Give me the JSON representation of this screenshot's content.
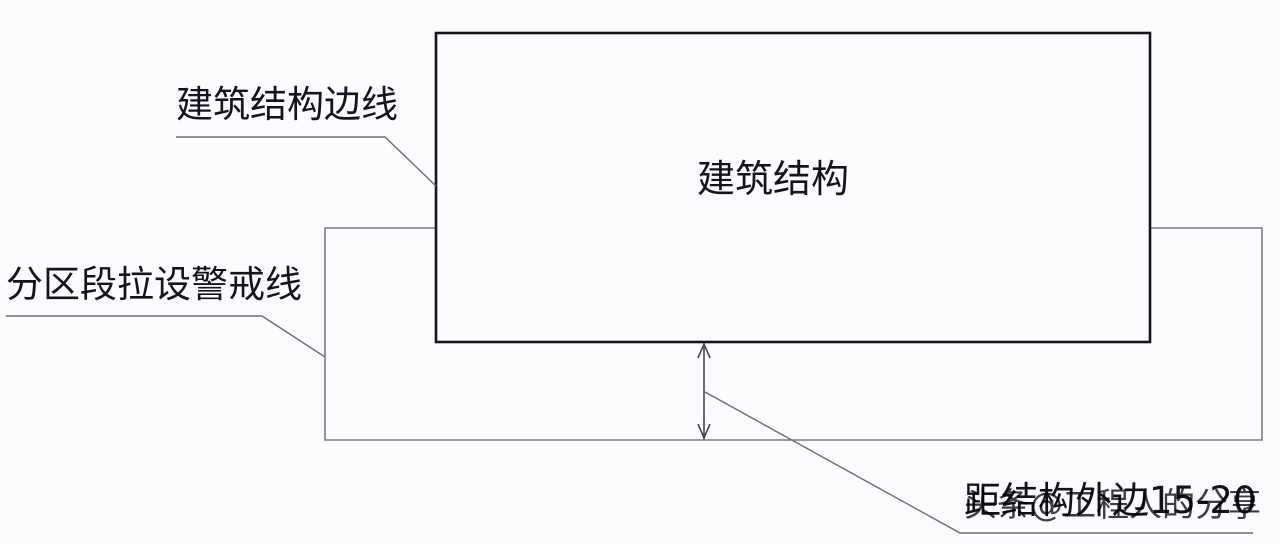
{
  "diagram": {
    "structure_box": {
      "label": "建筑结构"
    },
    "callouts": {
      "structure_edge": "建筑结构边线",
      "warning_line": "分区段拉设警戒线",
      "distance": "距结构外边15-20"
    },
    "watermark": "头条@工程人的分享",
    "colors": {
      "background": "#fbfcfe",
      "structure_line": "#15131c",
      "warning_line": "#7a7a80",
      "leader_line": "#6c6c72",
      "text": "#16121f"
    }
  }
}
